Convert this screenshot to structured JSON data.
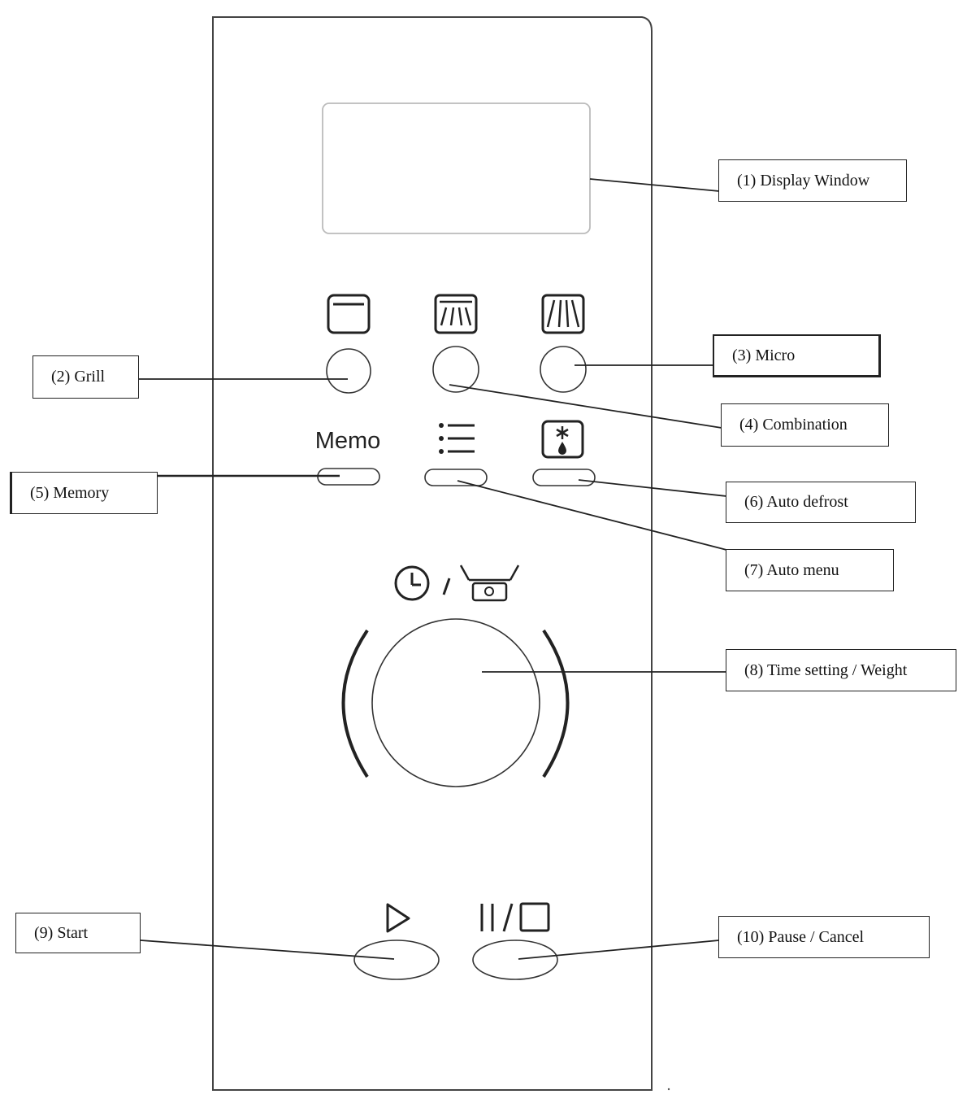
{
  "panel": {
    "memo_label": "Memo"
  },
  "labels": {
    "display_window": "(1) Display Window",
    "grill": "(2) Grill",
    "micro": "(3) Micro",
    "combination": "(4) Combination",
    "memory": "(5) Memory",
    "auto_defrost": "(6) Auto defrost",
    "auto_menu": "(7) Auto menu",
    "time_weight": "(8) Time setting / Weight",
    "start": "(9) Start",
    "pause_cancel": "(10) Pause / Cancel"
  },
  "icons": {
    "grill": "grill-mode-icon",
    "combination": "combination-mode-icon",
    "micro": "microwave-mode-icon",
    "auto_menu": "list-icon",
    "auto_defrost": "defrost-icon",
    "clock": "clock-icon",
    "weight": "scale-icon",
    "start": "play-icon",
    "pause_cancel": "pause-stop-icon"
  }
}
